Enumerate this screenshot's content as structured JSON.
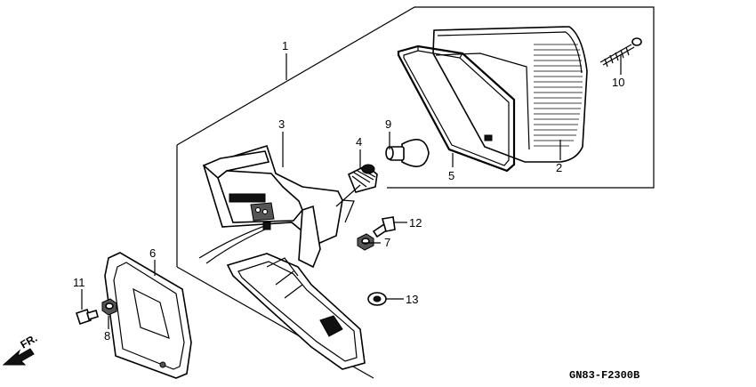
{
  "diagram": {
    "drawing_code": "GN83-F2300B",
    "direction_label": "FR.",
    "callouts": [
      "1",
      "2",
      "3",
      "4",
      "5",
      "6",
      "7",
      "8",
      "9",
      "10",
      "11",
      "12",
      "13"
    ]
  }
}
